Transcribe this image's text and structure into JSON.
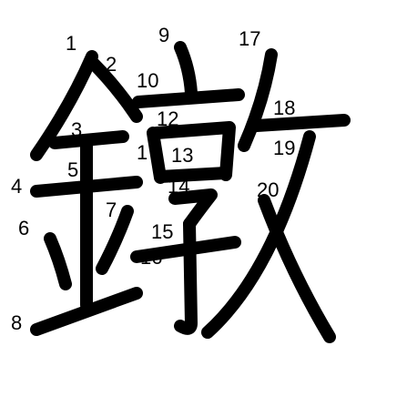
{
  "character": "鐓",
  "colors": {
    "stroke": "#000000",
    "label": "#000000",
    "background": "#ffffff"
  },
  "stroke_numbers": {
    "n1": "1",
    "n2": "2",
    "n3": "3",
    "n4": "4",
    "n5": "5",
    "n6": "6",
    "n7": "7",
    "n8": "8",
    "n9": "9",
    "n10": "10",
    "n11": "1",
    "n12": "12",
    "n13": "13",
    "n14": "14",
    "n15": "15",
    "n16": "16",
    "n17": "17",
    "n18": "18",
    "n19": "19",
    "n20": "20"
  }
}
